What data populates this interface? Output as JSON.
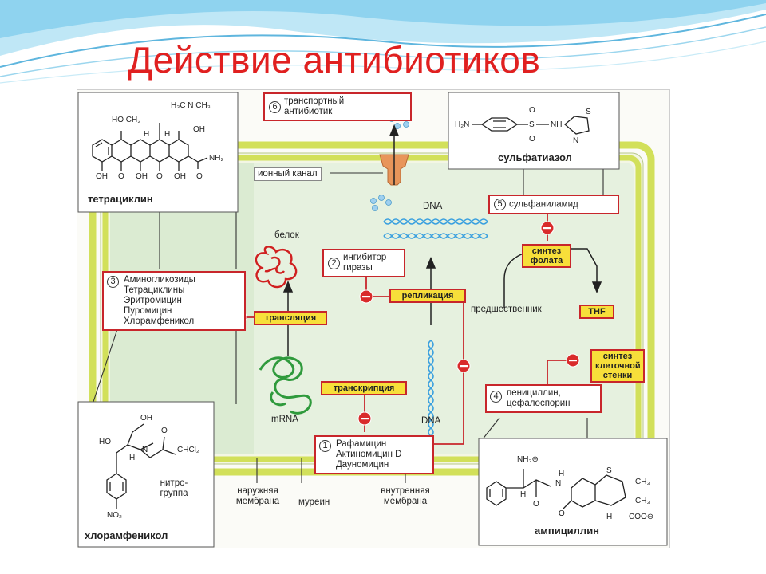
{
  "page_title": "Действие антибиотиков",
  "labels": {
    "transport": {
      "num": "6",
      "text": "транспортный антибиотик"
    },
    "ion_channel": "ионный канал",
    "dna_top": "DNA",
    "protein": "белок",
    "gyrase": {
      "num": "2",
      "text": "ингибитор гиразы"
    },
    "replication": "репликация",
    "translation": "трансляция",
    "transcription": "транскрипция",
    "mrna": "mRNA",
    "dna_bottom": "DNA",
    "ribosome_group": {
      "num": "3",
      "items": [
        "Аминогликозиды",
        "Тетрациклины",
        "Эритромицин",
        "Пуромицин",
        "Хлорамфеникол"
      ]
    },
    "rifamycin_group": {
      "num": "1",
      "items": [
        "Рафамицин",
        "Актиномицин D",
        "Дауномицин"
      ]
    },
    "sulfanilamide": {
      "num": "5",
      "text": "сульфаниламид"
    },
    "folate_synthesis": "синтез фолата",
    "precursor": "предшественник",
    "thf": "THF",
    "cell_wall_synthesis": "синтез клеточной стенки",
    "penicillin": {
      "num": "4",
      "text": "пенициллин, цефалоспорин"
    },
    "outer_membrane": "наружняя мембрана",
    "murein": "муреин",
    "inner_membrane": "внутренняя мембрана",
    "nitro_group": "нитро-группа",
    "minus": "−"
  },
  "molecules": {
    "tetracycline": {
      "caption": "тетрациклин",
      "atoms": {
        "me2n": "H₃C  N  CH₃",
        "ho_ch3": "HO  CH₃",
        "oh_right": "OH",
        "nh2": "NH₂",
        "oh_bottom_left": "OH",
        "o1": "O",
        "oh_mid": "OH",
        "o2": "O",
        "oh3": "OH",
        "o3": "O",
        "h1": "H",
        "h2": "H"
      }
    },
    "sulfathiazole": {
      "caption": "сульфатиазол",
      "atoms": {
        "h2n": "H₂N",
        "s": "S",
        "o_top": "O",
        "o_bottom": "O",
        "nh": "NH",
        "s_ring": "S",
        "n_ring": "N"
      }
    },
    "chloramphenicol": {
      "caption": "хлорамфеникол",
      "atoms": {
        "oh_top": "OH",
        "ho": "HO",
        "n": "N",
        "h": "H",
        "o": "O",
        "chcl2": "CHCl₂",
        "no2": "NO₂"
      }
    },
    "ampicillin": {
      "caption": "ампициллин",
      "atoms": {
        "nh3": "NH₃⊕",
        "o1": "O",
        "n": "N",
        "h": "H",
        "s": "S",
        "ch3a": "CH₃",
        "ch3b": "CH₃",
        "o2": "O",
        "coo": "COO⊖",
        "h2": "H",
        "h3": "H"
      }
    }
  },
  "colors": {
    "title": "#e02020",
    "label_border": "#c8262b",
    "label_fill": "#f7df3a",
    "cytoplasm": "#e6f1df",
    "membrane": "#d2e05a",
    "wave_blue": "#8fd3ef"
  }
}
